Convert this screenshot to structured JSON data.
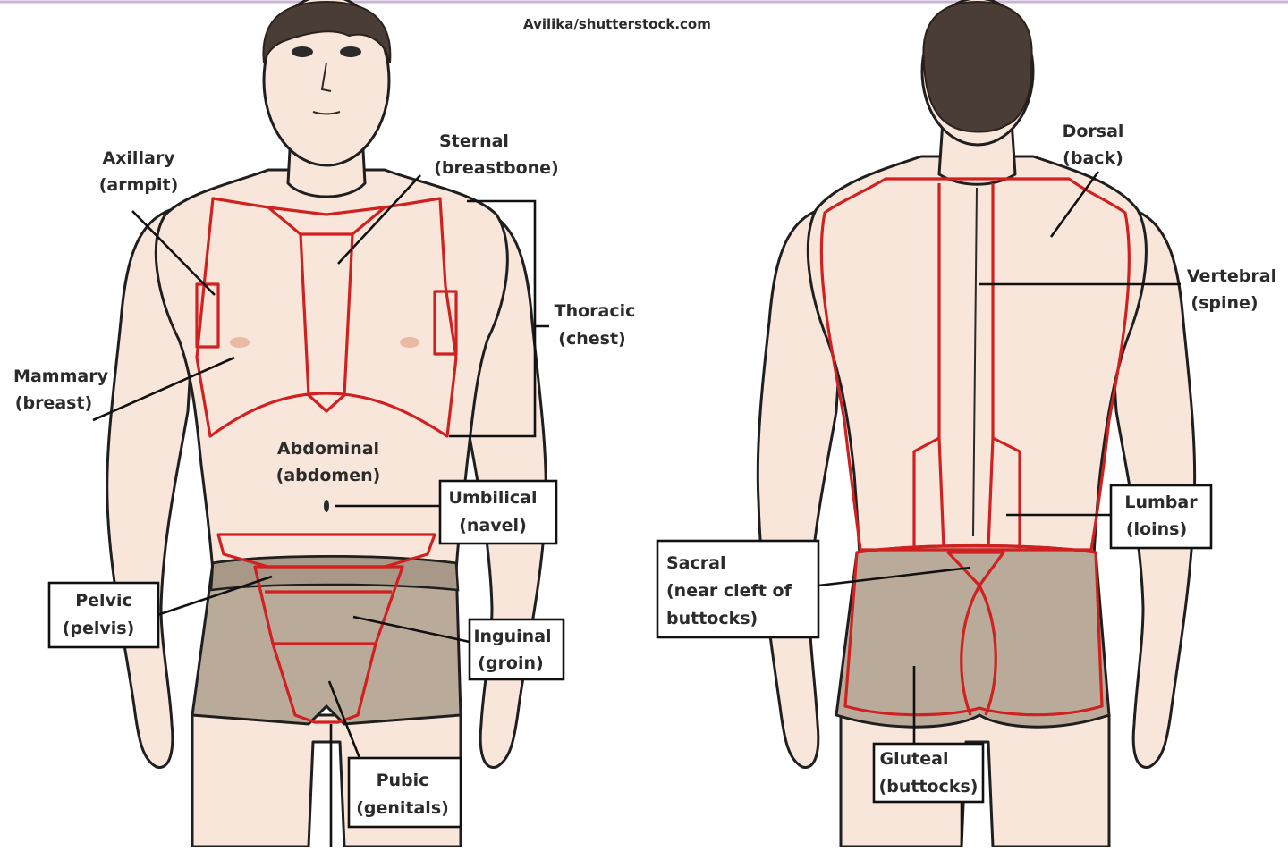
{
  "credit": "Avilika/shutterstock.com",
  "colors": {
    "region_outline": "#d0201f",
    "skin": "#f9e6db",
    "shorts": "#b9aa9a",
    "hair": "#4a3d35"
  },
  "front": {
    "axillary": {
      "line1": "Axillary",
      "line2": "(armpit)"
    },
    "sternal": {
      "line1": "Sternal",
      "line2": "(breastbone)"
    },
    "thoracic": {
      "line1": "Thoracic",
      "line2": "(chest)"
    },
    "mammary": {
      "line1": "Mammary",
      "line2": "(breast)"
    },
    "abdominal": {
      "line1": "Abdominal",
      "line2": "(abdomen)"
    },
    "umbilical": {
      "line1": "Umbilical",
      "line2": "(navel)"
    },
    "pelvic": {
      "line1": "Pelvic",
      "line2": "(pelvis)"
    },
    "inguinal": {
      "line1": "Inguinal",
      "line2": "(groin)"
    },
    "pubic": {
      "line1": "Pubic",
      "line2": "(genitals)"
    }
  },
  "back": {
    "dorsal": {
      "line1": "Dorsal",
      "line2": "(back)"
    },
    "vertebral": {
      "line1": "Vertebral",
      "line2": "(spine)"
    },
    "lumbar": {
      "line1": "Lumbar",
      "line2": "(loins)"
    },
    "sacral": {
      "line1": "Sacral",
      "line2": "(near cleft of",
      "line3": "buttocks)"
    },
    "gluteal": {
      "line1": "Gluteal",
      "line2": "(buttocks)"
    }
  }
}
